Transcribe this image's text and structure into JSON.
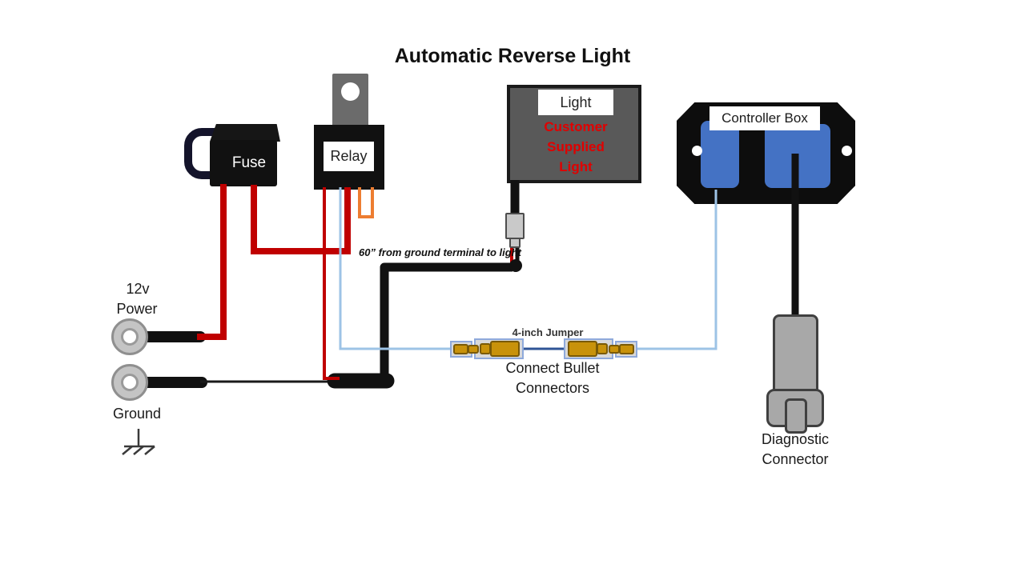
{
  "title": "Automatic Reverse Light",
  "components": {
    "fuse": {
      "label": "Fuse"
    },
    "relay": {
      "label": "Relay"
    },
    "light": {
      "label": "Light",
      "note": [
        "Customer",
        "Supplied",
        "Light"
      ]
    },
    "controller": {
      "label": "Controller Box"
    },
    "diagnostic": {
      "label": [
        "Diagnostic",
        "Connector"
      ]
    },
    "power": {
      "label": [
        "12v",
        "Power"
      ]
    },
    "ground": {
      "label": "Ground"
    }
  },
  "annotations": {
    "wire_note": "60” from ground terminal to light",
    "jumper": "4-inch Jumper",
    "bullet_note": [
      "Connect Bullet",
      "Connectors"
    ]
  },
  "colors": {
    "wire_red": "#C00000",
    "wire_black": "#111111",
    "wire_light_blue": "#9DC3E6",
    "wire_dark_blue": "#2F5496",
    "wire_orange": "#ED7D31",
    "pad_blue": "#4472C4",
    "connector_gold": "#C8920B",
    "note_red": "#E00000"
  }
}
